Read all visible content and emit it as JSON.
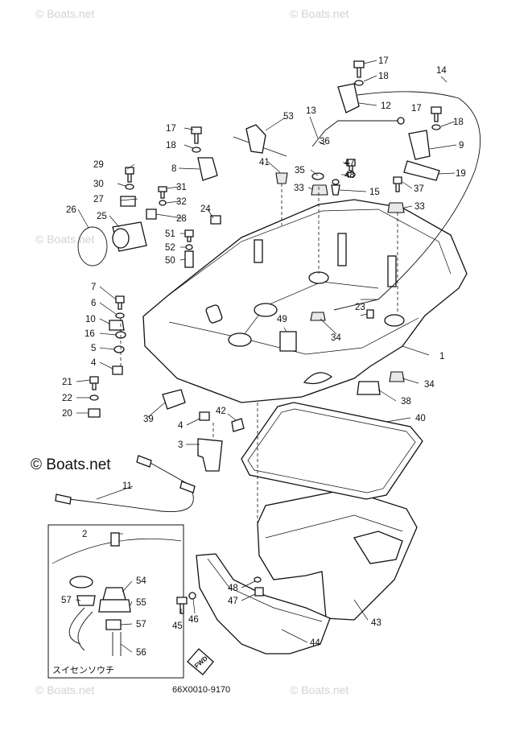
{
  "watermark": "© Boats.net",
  "caption": "66X0010-9170",
  "sensor_label": "スイセンソウチ",
  "fwd_label": "FWD",
  "part_numbers": [
    "1",
    "2",
    "3",
    "4",
    "5",
    "6",
    "7",
    "8",
    "9",
    "10",
    "11",
    "12",
    "13",
    "14",
    "15",
    "16",
    "17",
    "18",
    "19",
    "20",
    "21",
    "22",
    "23",
    "24",
    "25",
    "26",
    "27",
    "28",
    "29",
    "30",
    "31",
    "32",
    "33",
    "34",
    "35",
    "36",
    "37",
    "38",
    "39",
    "40",
    "41",
    "42",
    "43",
    "44",
    "45",
    "46",
    "47",
    "48",
    "49",
    "50",
    "51",
    "52",
    "53",
    "54",
    "55",
    "56",
    "57"
  ]
}
